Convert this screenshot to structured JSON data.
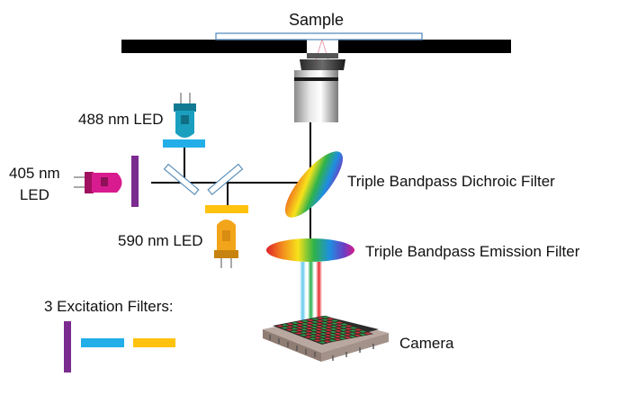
{
  "labels": {
    "sample": "Sample",
    "led_488": "488 nm LED",
    "led_405_line1": "405 nm",
    "led_405_line2": "LED",
    "led_590": "590 nm LED",
    "dichroic": "Triple Bandpass Dichroic Filter",
    "emission": "Triple Bandpass Emission Filter",
    "excitation": "3 Excitation Filters:",
    "camera": "Camera"
  },
  "colors": {
    "led_488": "#1b9fbf",
    "filter_488": "#22aee8",
    "led_405": "#d81b8f",
    "filter_405": "#7b2b8f",
    "led_590": "#f2a51a",
    "filter_590": "#ffc20e",
    "stage": "#000000",
    "beam": "#000000",
    "emission_blue": "#5fc8ee",
    "emission_green": "#22b14c",
    "emission_red": "#e8262a"
  },
  "icons": [
    "sample-slide-icon",
    "microscope-objective-icon",
    "led-bulb-icon",
    "dichroic-mirror-icon",
    "emission-filter-icon",
    "camera-sensor-icon",
    "excitation-filter-icon"
  ]
}
